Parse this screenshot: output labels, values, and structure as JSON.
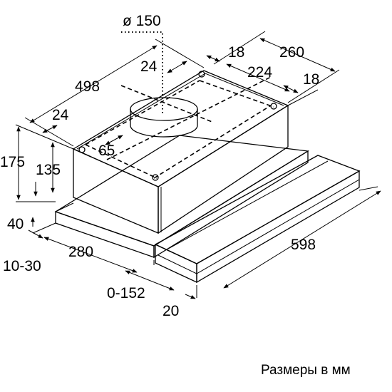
{
  "dimensions": {
    "duct_diameter": "ø 150",
    "inner_offset_24_top": "24",
    "depth_498": "498",
    "offset_18_top": "18",
    "width_260": "260",
    "width_224": "224",
    "offset_18_right": "18",
    "offset_24_left": "24",
    "offset_65": "65",
    "height_175": "175",
    "height_135": "135",
    "height_40": "40",
    "range_10_30": "10-30",
    "length_280": "280",
    "width_598": "598",
    "range_0_152": "0-152",
    "length_20": "20"
  },
  "footer": {
    "units_note": "Размеры в мм"
  }
}
